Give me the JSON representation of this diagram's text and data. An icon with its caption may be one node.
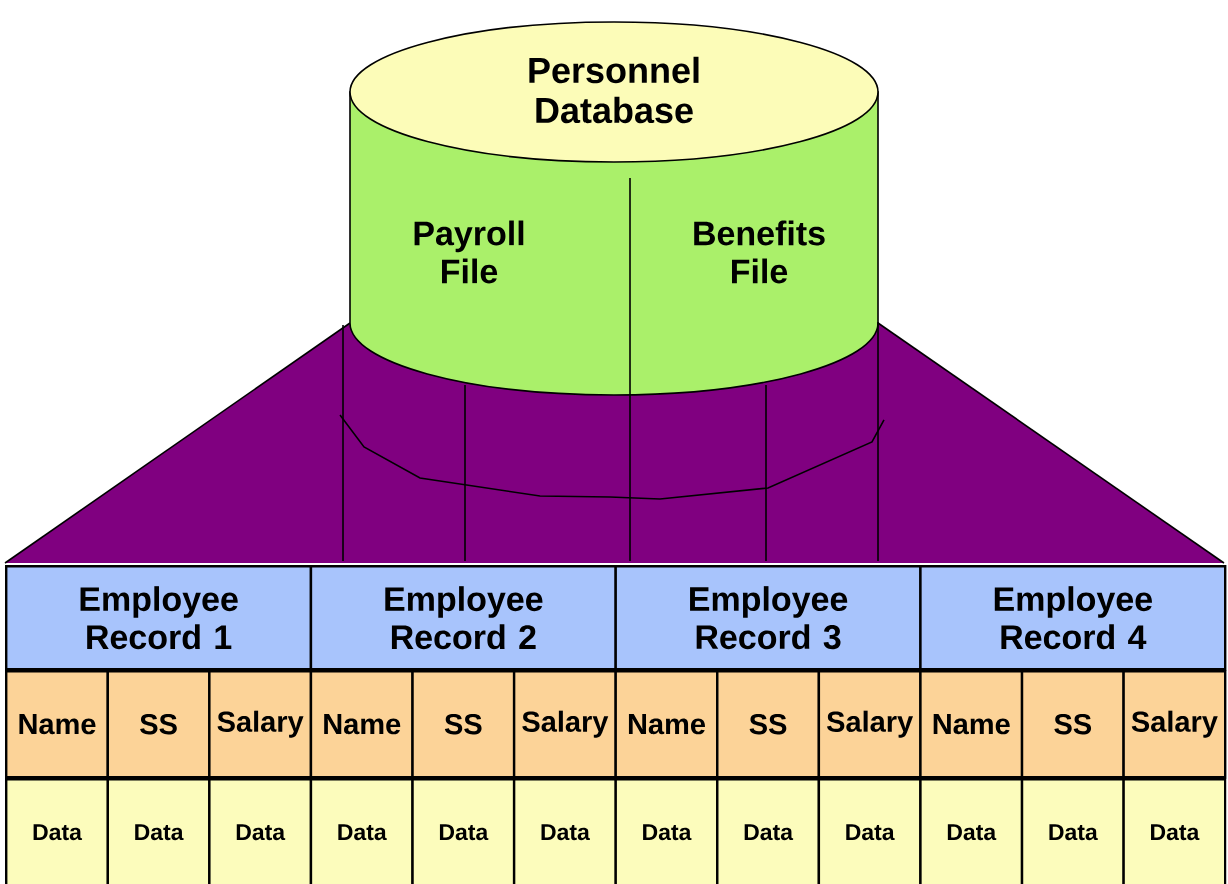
{
  "diagram": {
    "nodes": [
      {
        "text": [
          "Personnel Database"
        ]
      },
      {
        "text": [
          "Payroll File"
        ],
        "in": 0
      },
      {
        "text": [
          "Benefits File"
        ],
        "in": 0
      },
      {
        "text": [
          "Employee Record 1"
        ]
      },
      {
        "text": [
          "Employee Record 2"
        ]
      },
      {
        "text": [
          "Employee Record 3"
        ]
      },
      {
        "text": [
          "Employee Record 4"
        ]
      },
      {
        "text": [
          "Name"
        ]
      },
      {
        "text": [
          "SS"
        ]
      },
      {
        "text": [
          "Salary"
        ]
      },
      {
        "text": [
          "Name"
        ]
      },
      {
        "text": [
          "SS"
        ]
      },
      {
        "text": [
          "Salary"
        ]
      },
      {
        "text": [
          "Name"
        ]
      },
      {
        "text": [
          "SS"
        ]
      },
      {
        "text": [
          "Salary"
        ]
      },
      {
        "text": [
          "Name"
        ]
      },
      {
        "text": [
          "SS"
        ]
      },
      {
        "text": [
          "Salary"
        ]
      },
      {
        "text": [
          "Data"
        ]
      },
      {
        "text": [
          "Data"
        ]
      },
      {
        "text": [
          "Data"
        ]
      },
      {
        "text": [
          "Data"
        ]
      },
      {
        "text": [
          "Data"
        ]
      },
      {
        "text": [
          "Data"
        ]
      },
      {
        "text": [
          "Data"
        ]
      },
      {
        "text": [
          "Data"
        ]
      },
      {
        "text": [
          "Data"
        ]
      },
      {
        "text": [
          "Data"
        ]
      },
      {
        "text": [
          "Data"
        ]
      },
      {
        "text": [
          "Data"
        ]
      }
    ]
  }
}
